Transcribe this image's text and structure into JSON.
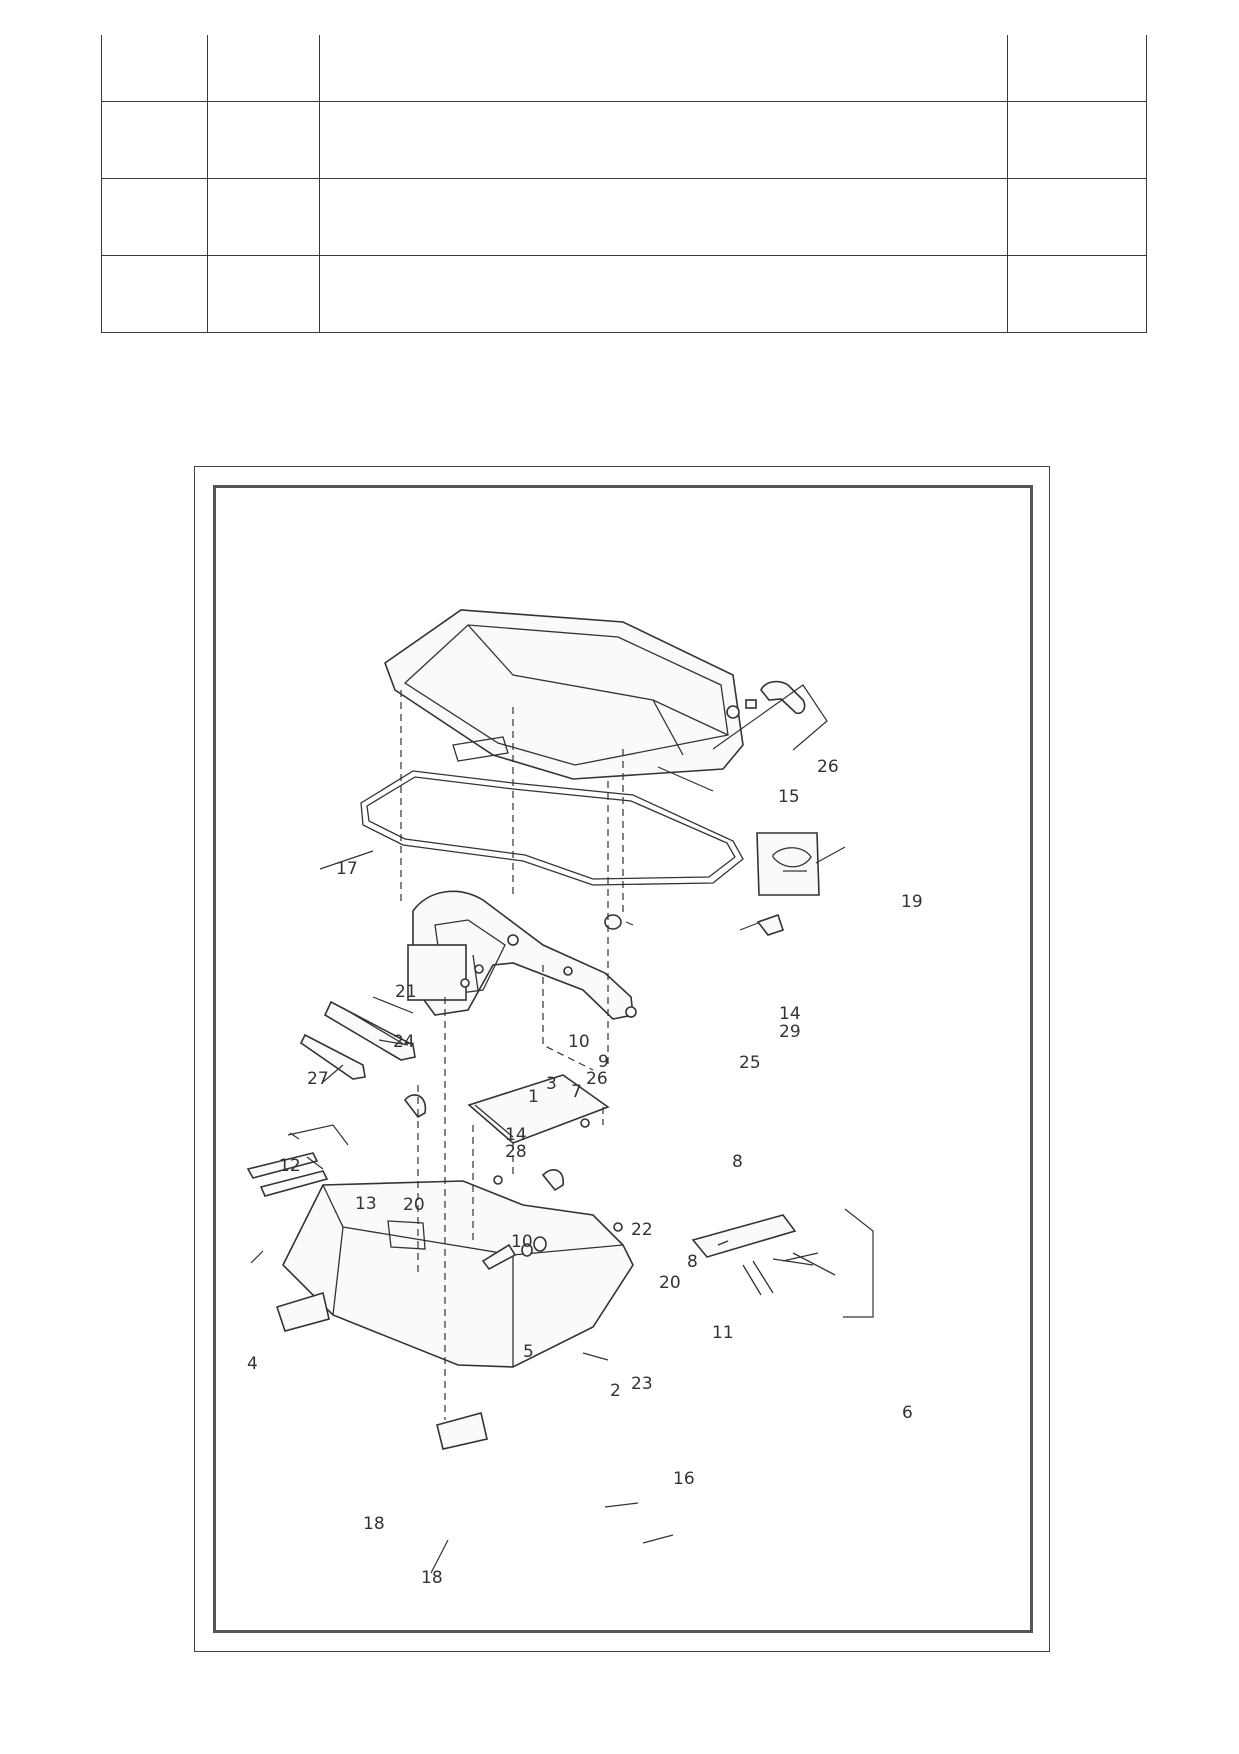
{
  "table": {
    "rows": [
      [
        "",
        "",
        "",
        ""
      ],
      [
        "",
        "",
        "",
        ""
      ],
      [
        "",
        "",
        "",
        ""
      ],
      [
        "",
        "",
        "",
        ""
      ]
    ]
  },
  "diagram": {
    "callouts": {
      "c1": "1",
      "c2": "2",
      "c3": "3",
      "c4": "4",
      "c5": "5",
      "c6": "6",
      "c7": "7",
      "c8a": "8",
      "c8b": "8",
      "c9": "9",
      "c10a": "10",
      "c10b": "10",
      "c11": "11",
      "c12": "12",
      "c13": "13",
      "c14a": "14",
      "c14b": "14",
      "c15": "15",
      "c16": "16",
      "c17": "17",
      "c18a": "18",
      "c18b": "18",
      "c19": "19",
      "c20a": "20",
      "c20b": "20",
      "c21": "21",
      "c22": "22",
      "c23": "23",
      "c24": "24",
      "c25": "25",
      "c26a": "26",
      "c26b": "26",
      "c27": "27",
      "c28": "28",
      "c29": "29"
    }
  }
}
